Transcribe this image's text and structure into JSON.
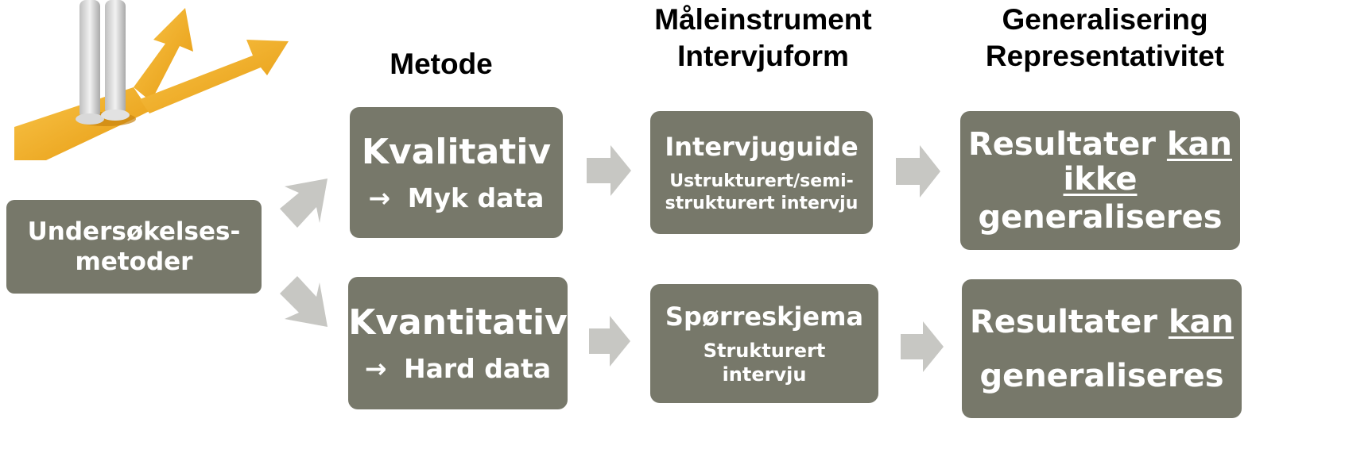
{
  "headers": {
    "metode": "Metode",
    "maleinstrument_line1": "Måleinstrument",
    "maleinstrument_line2": "Intervjuform",
    "generalisering_line1": "Generalisering",
    "generalisering_line2": "Representativitet"
  },
  "root": {
    "line1": "Undersøkelses-",
    "line2": "metoder"
  },
  "kvalitativ": {
    "title": "Kvalitativ",
    "arrow_glyph": "→",
    "data_label": "Myk data"
  },
  "kvantitativ": {
    "title": "Kvantitativ",
    "arrow_glyph": "→",
    "data_label": "Hard data"
  },
  "intervjuguide": {
    "title": "Intervjuguide",
    "sub_line1": "Ustrukturert/semi-",
    "sub_line2": "strukturert intervju"
  },
  "sporreskjema": {
    "title": "Spørreskjema",
    "sub_line1": "Strukturert",
    "sub_line2": "intervju"
  },
  "result_top": {
    "word1": "Resultater",
    "kan": "kan",
    "ikke": "ikke",
    "last": "generaliseres"
  },
  "result_bottom": {
    "word1": "Resultater",
    "kan": "kan",
    "last": "generaliseres"
  },
  "colors": {
    "box": "#77786a",
    "arrow": "#c7c7c3",
    "figure_arrow": "#f2a917"
  },
  "icons": {
    "illustration": "person-at-crossroads-illustration"
  }
}
